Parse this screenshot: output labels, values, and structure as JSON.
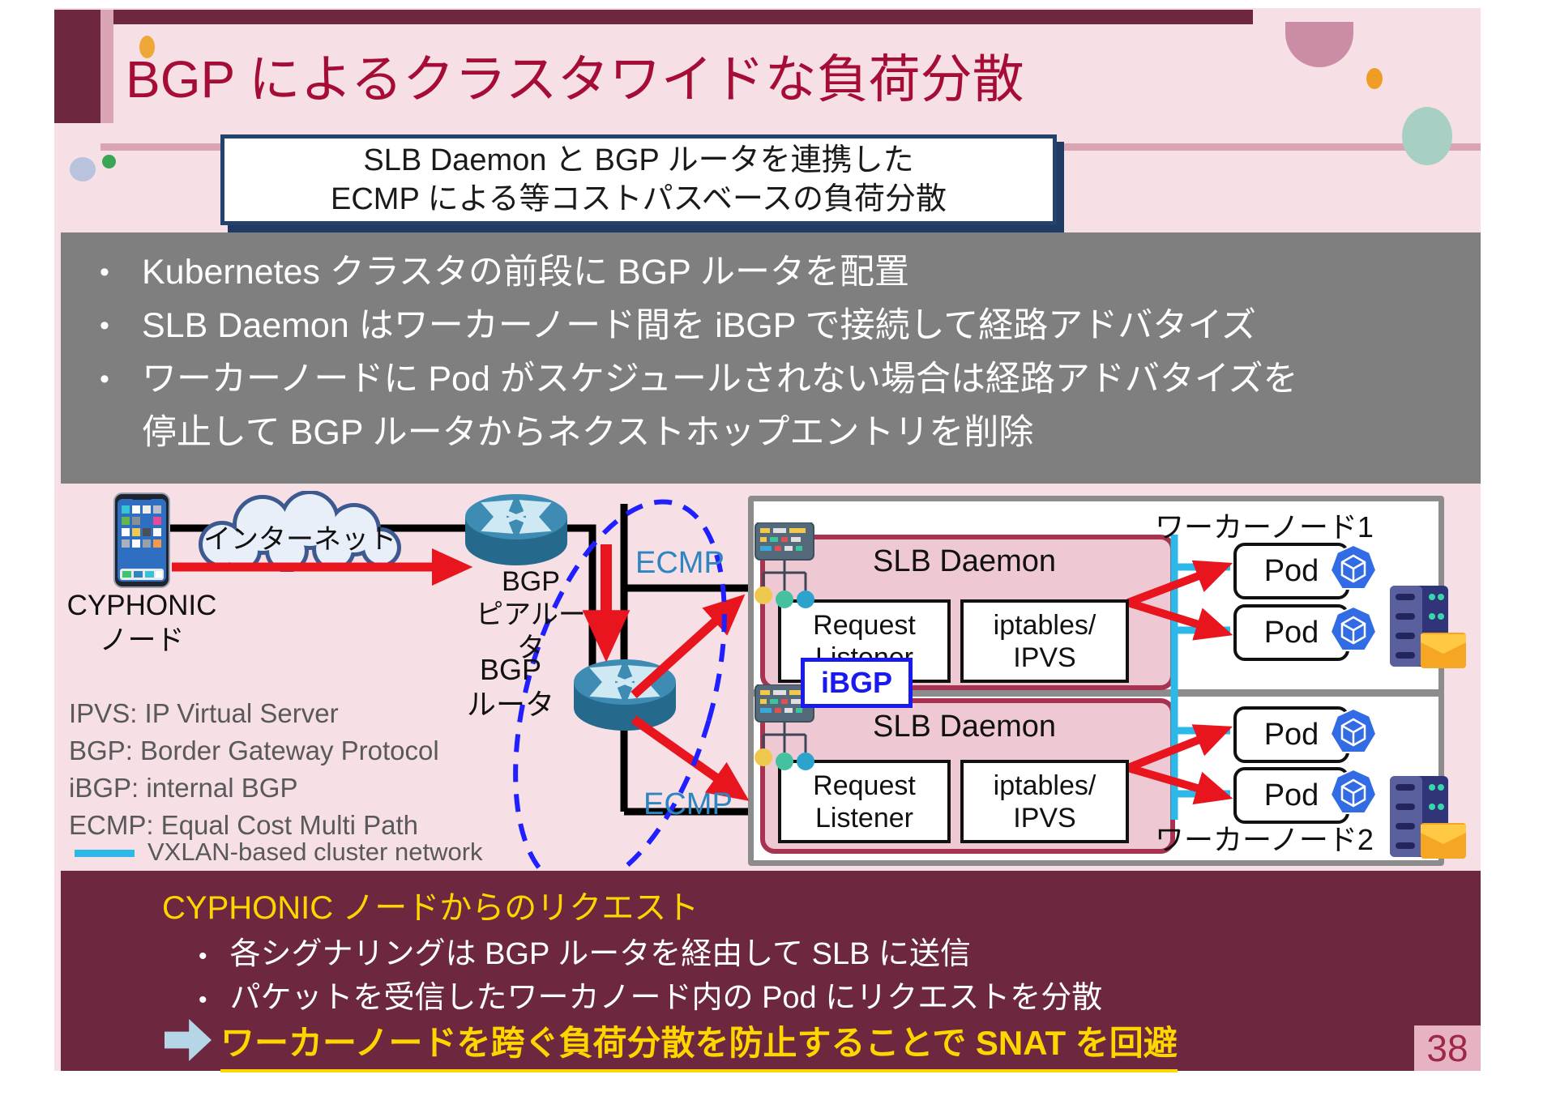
{
  "slide": {
    "title": "BGP によるクラスタワイドな負荷分散",
    "page_number": "38"
  },
  "subtitle_box": {
    "text": "SLB Daemon と BGP ルータを連携した\nECMP による等コストパスベースの負荷分散"
  },
  "overview_box": {
    "bullets": [
      "Kubernetes クラスタの前段に BGP ルータを配置",
      "SLB Daemon はワーカーノード間を iBGP で接続して経路アドバタイズ",
      "ワーカーノードに Pod がスケジュールされない場合は経路アドバタイズを\n停止して BGP ルータからネクストホップエントリを削除"
    ]
  },
  "diagram": {
    "cyphonic_node_label": "CYPHONIC\nノード",
    "internet_label": "インターネット",
    "bgp_peer_router_label": "BGP\nピアルータ",
    "bgp_router_label": "BGP\nルータ",
    "ecmp_label_top": "ECMP",
    "ecmp_label_bottom": "ECMP",
    "ibgp_label": "iBGP",
    "worker_nodes": [
      {
        "label": "ワーカーノード1",
        "pods": [
          "Pod",
          "Pod"
        ]
      },
      {
        "label": "ワーカーノード2",
        "pods": [
          "Pod",
          "Pod"
        ]
      }
    ],
    "slb_daemons": [
      {
        "title": "SLB Daemon",
        "request_listener": "Request\nListener",
        "iptables_ipvs": "iptables/\nIPVS"
      },
      {
        "title": "SLB Daemon",
        "request_listener": "Request\nListener",
        "iptables_ipvs": "iptables/\nIPVS"
      }
    ]
  },
  "legend": {
    "items": [
      "IPVS: IP Virtual Server",
      "BGP: Border Gateway Protocol",
      "iBGP: internal BGP",
      "ECMP: Equal Cost Multi Path"
    ],
    "vxlan_label": "VXLAN-based cluster network"
  },
  "request_box": {
    "heading": "CYPHONIC ノードからのリクエスト",
    "bullets": [
      "各シグナリングは BGP ルータを経由して SLB に送信",
      "パケットを受信したワーカノード内の Pod にリクエストを分散"
    ],
    "conclusion": "ワーカーノードを跨ぐ負荷分散を防止することで SNAT を回避"
  },
  "colors": {
    "maroon": "#6D2840",
    "title_red": "#A50D36",
    "slide_pink": "#F6DFE5",
    "accent_rose": "#D9A4B4",
    "gray_box": "#7F7F7F",
    "navy_border": "#24426E",
    "ecmp_blue": "#2E86C1",
    "ibgp_blue": "#1A1AEE",
    "arrow_red": "#E8141E",
    "vxlan_cyan": "#2CB9E8",
    "kubernetes_blue": "#326CE5",
    "slb_border_crimson": "#A83350",
    "slb_fill_pink": "#EEC9D3",
    "highlight_yellow": "#FFD500",
    "page_tile_pink": "#E7B3C3"
  }
}
